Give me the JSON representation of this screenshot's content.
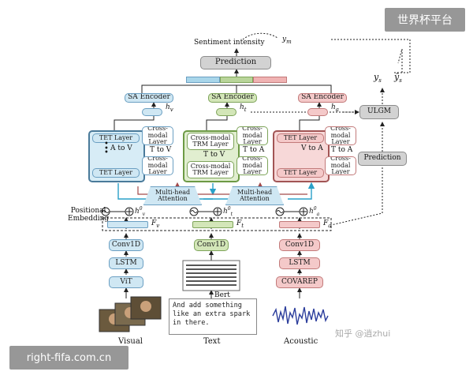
{
  "watermarks": {
    "top_right": "世界杯平台",
    "bottom_left": "right-fifa.com.cn",
    "zhihu": "知乎 @逍zhui"
  },
  "output": {
    "sentiment": "Sentiment intensity",
    "ym": "y",
    "ym_sub": "m",
    "prediction": "Prediction"
  },
  "side": {
    "ys": "y",
    "ys_sub": "s",
    "ys_hat": "ŷ",
    "ulgm": "ULGM",
    "prediction": "Prediction"
  },
  "encoders": [
    {
      "label": "SA Encoder",
      "h": "h",
      "h_sub": "v"
    },
    {
      "label": "SA Encoder",
      "h": "h",
      "h_sub": "t"
    },
    {
      "label": "SA Encoder",
      "h": "h",
      "h_sub": "a"
    }
  ],
  "visual_stack": {
    "tet_top": "TET Layer",
    "tet_bottom": "TET Layer",
    "mid": "A to V",
    "cm_top": "Cross-modal Layer",
    "cm_mid": "T to V",
    "cm_bottom": "Cross-modal Layer"
  },
  "text_stack": {
    "cm_top": "Cross-modal TRM Layer",
    "mid": "T to V",
    "cm_bottom": "Cross-modal TRM Layer",
    "side_top": "Cross-modal Layer",
    "side_mid": "T to A",
    "side_bottom": "Cross-modal Layer"
  },
  "acoustic_stack": {
    "tet_top": "TET Layer",
    "tet_bottom": "TET Layer",
    "mid": "V to A",
    "cm_top": "Cross-modal Layer",
    "cm_mid": "T to A",
    "cm_bottom": "Cross-modal Layer"
  },
  "attention": [
    "Multi-head Attention",
    "Multi-head Attention"
  ],
  "positional": {
    "label_line1": "Positional",
    "label_line2": "Embedding"
  },
  "h0": [
    {
      "h": "h",
      "sub": "v",
      "sup": "0"
    },
    {
      "h": "h",
      "sub": "t",
      "sup": "0"
    },
    {
      "h": "h",
      "sub": "a",
      "sup": "0"
    }
  ],
  "features": [
    {
      "F": "F",
      "sub": "v"
    },
    {
      "F": "F",
      "sub": "t"
    },
    {
      "F": "F",
      "sub": "a"
    }
  ],
  "visual_chain": [
    "Conv1D",
    "LSTM",
    "ViT"
  ],
  "text_chain": [
    "Conv1D",
    "Bert"
  ],
  "acoustic_chain": [
    "Conv1D",
    "LSTM",
    "COVAREP"
  ],
  "text_input": "And add something like an extra spark in there.",
  "modalities": [
    "Visual",
    "Text",
    "Acoustic"
  ]
}
